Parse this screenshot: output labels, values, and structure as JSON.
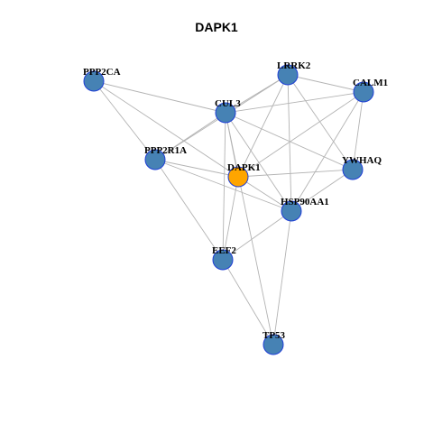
{
  "title": "DAPK1",
  "colors": {
    "node_fill": "#4682B4",
    "node_border": "#1F3FD6",
    "highlight_fill": "#FFA500",
    "edge": "#B3B3B3"
  },
  "network": {
    "highlight": "DAPK1",
    "nodes": [
      {
        "id": "PPP2CA",
        "label": "PPP2CA"
      },
      {
        "id": "LRRK2",
        "label": "LRRK2"
      },
      {
        "id": "CALM1",
        "label": "CALM1"
      },
      {
        "id": "CUL3",
        "label": "CUL3"
      },
      {
        "id": "PPP2R1A",
        "label": "PPP2R1A"
      },
      {
        "id": "DAPK1",
        "label": "DAPK1"
      },
      {
        "id": "YWHAQ",
        "label": "YWHAQ"
      },
      {
        "id": "HSP90AA1",
        "label": "HSP90AA1"
      },
      {
        "id": "EEF2",
        "label": "EEF2"
      },
      {
        "id": "TP53",
        "label": "TP53"
      }
    ],
    "edges": [
      [
        "PPP2CA",
        "CUL3"
      ],
      [
        "PPP2CA",
        "PPP2R1A"
      ],
      [
        "PPP2CA",
        "DAPK1"
      ],
      [
        "LRRK2",
        "CALM1"
      ],
      [
        "LRRK2",
        "CUL3"
      ],
      [
        "LRRK2",
        "PPP2R1A"
      ],
      [
        "LRRK2",
        "DAPK1"
      ],
      [
        "LRRK2",
        "YWHAQ"
      ],
      [
        "LRRK2",
        "HSP90AA1"
      ],
      [
        "CALM1",
        "CUL3"
      ],
      [
        "CALM1",
        "DAPK1"
      ],
      [
        "CALM1",
        "YWHAQ"
      ],
      [
        "CALM1",
        "HSP90AA1"
      ],
      [
        "CUL3",
        "PPP2R1A"
      ],
      [
        "CUL3",
        "DAPK1"
      ],
      [
        "CUL3",
        "YWHAQ"
      ],
      [
        "CUL3",
        "HSP90AA1"
      ],
      [
        "CUL3",
        "EEF2"
      ],
      [
        "CUL3",
        "TP53"
      ],
      [
        "PPP2R1A",
        "DAPK1"
      ],
      [
        "PPP2R1A",
        "HSP90AA1"
      ],
      [
        "PPP2R1A",
        "EEF2"
      ],
      [
        "DAPK1",
        "YWHAQ"
      ],
      [
        "DAPK1",
        "HSP90AA1"
      ],
      [
        "DAPK1",
        "EEF2"
      ],
      [
        "YWHAQ",
        "HSP90AA1"
      ],
      [
        "HSP90AA1",
        "EEF2"
      ],
      [
        "HSP90AA1",
        "TP53"
      ],
      [
        "EEF2",
        "TP53"
      ]
    ]
  }
}
